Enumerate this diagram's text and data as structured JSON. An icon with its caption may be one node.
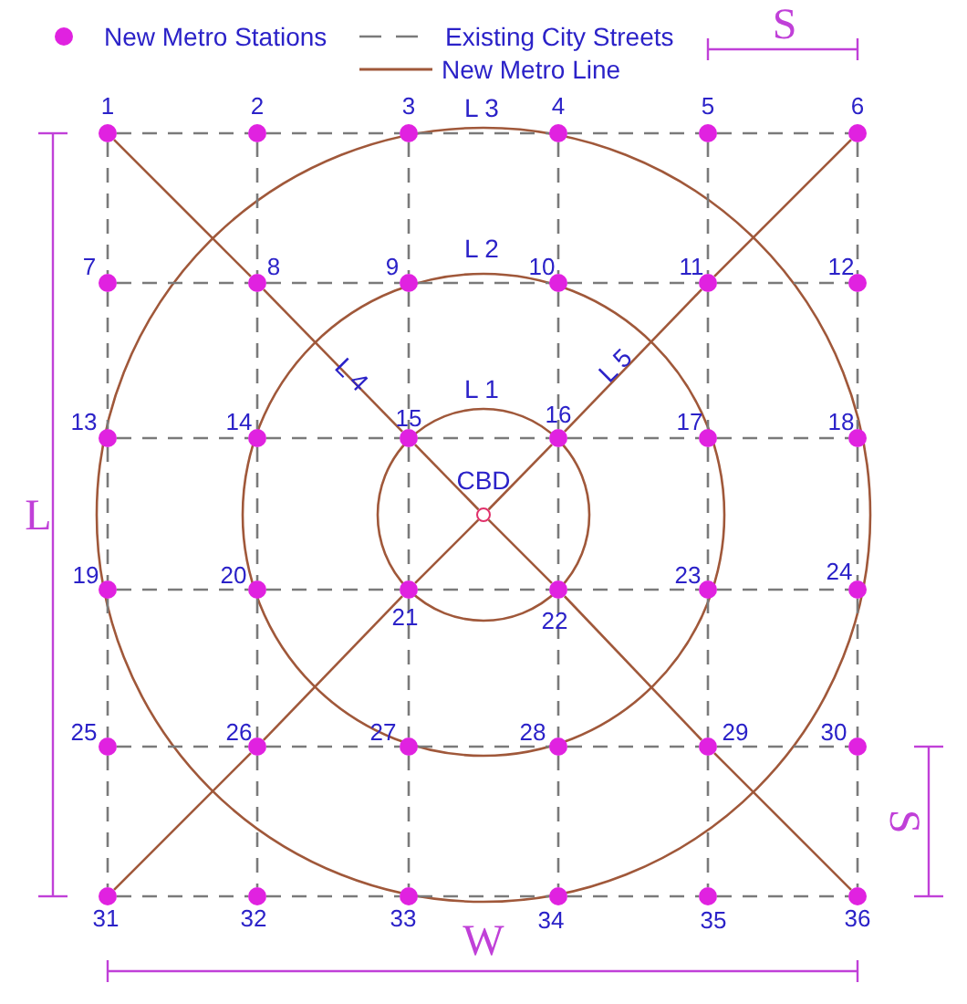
{
  "diagram": {
    "nodes": [
      {
        "text": [],
        "shape": "circle",
        "beside": [
          "1"
        ]
      },
      {
        "text": [],
        "shape": "circle",
        "beside": [
          "2"
        ]
      },
      {
        "text": [],
        "shape": "circle",
        "beside": [
          "3"
        ]
      },
      {
        "text": [],
        "shape": "circle",
        "beside": [
          "4"
        ]
      },
      {
        "text": [],
        "shape": "circle",
        "beside": [
          "5"
        ]
      },
      {
        "text": [],
        "shape": "circle",
        "beside": [
          "6"
        ]
      },
      {
        "text": [],
        "shape": "circle",
        "beside": [
          "7"
        ]
      },
      {
        "text": [],
        "shape": "circle",
        "beside": [
          "8"
        ]
      },
      {
        "text": [],
        "shape": "circle",
        "beside": [
          "9"
        ]
      },
      {
        "text": [],
        "shape": "circle",
        "beside": [
          "10"
        ]
      },
      {
        "text": [],
        "shape": "circle",
        "beside": [
          "11"
        ]
      },
      {
        "text": [],
        "shape": "circle",
        "beside": [
          "12"
        ]
      },
      {
        "text": [],
        "shape": "circle",
        "beside": [
          "13"
        ]
      },
      {
        "text": [],
        "shape": "circle",
        "beside": [
          "14"
        ]
      },
      {
        "text": [],
        "shape": "circle",
        "beside": [
          "15"
        ]
      },
      {
        "text": [],
        "shape": "circle",
        "beside": [
          "16"
        ]
      },
      {
        "text": [],
        "shape": "circle",
        "beside": [
          "17"
        ]
      },
      {
        "text": [],
        "shape": "circle",
        "beside": [
          "18"
        ]
      },
      {
        "text": [],
        "shape": "circle",
        "beside": [
          "19"
        ]
      },
      {
        "text": [],
        "shape": "circle",
        "beside": [
          "20"
        ]
      },
      {
        "text": [],
        "shape": "circle",
        "beside": [
          "21"
        ]
      },
      {
        "text": [],
        "shape": "circle",
        "beside": [
          "22"
        ]
      },
      {
        "text": [],
        "shape": "circle",
        "beside": [
          "23"
        ]
      },
      {
        "text": [],
        "shape": "circle",
        "beside": [
          "24"
        ]
      },
      {
        "text": [],
        "shape": "circle",
        "beside": [
          "25"
        ]
      },
      {
        "text": [],
        "shape": "circle",
        "beside": [
          "26"
        ]
      },
      {
        "text": [],
        "shape": "circle",
        "beside": [
          "27"
        ]
      },
      {
        "text": [],
        "shape": "circle",
        "beside": [
          "28"
        ]
      },
      {
        "text": [],
        "shape": "circle",
        "beside": [
          "29"
        ]
      },
      {
        "text": [],
        "shape": "circle",
        "beside": [
          "30"
        ]
      },
      {
        "text": [],
        "shape": "circle",
        "beside": [
          "31"
        ]
      },
      {
        "text": [],
        "shape": "circle",
        "beside": [
          "32"
        ]
      },
      {
        "text": [],
        "shape": "circle",
        "beside": [
          "33"
        ]
      },
      {
        "text": [],
        "shape": "circle",
        "beside": [
          "34"
        ]
      },
      {
        "text": [],
        "shape": "circle",
        "beside": [
          "35"
        ]
      },
      {
        "text": [],
        "shape": "circle",
        "beside": [
          "36"
        ]
      },
      {
        "text": [],
        "shape": "circle",
        "beside": [
          "CBD"
        ]
      }
    ],
    "edges": [
      {
        "from": 0,
        "to": 1,
        "arrow": "none",
        "style": "dashed"
      },
      {
        "from": 1,
        "to": 2,
        "arrow": "none",
        "style": "dashed"
      },
      {
        "from": 2,
        "to": 3,
        "arrow": "none",
        "style": "dashed"
      },
      {
        "from": 3,
        "to": 4,
        "arrow": "none",
        "style": "dashed"
      },
      {
        "from": 4,
        "to": 5,
        "arrow": "none",
        "style": "dashed"
      },
      {
        "from": 6,
        "to": 7,
        "arrow": "none",
        "style": "dashed"
      },
      {
        "from": 7,
        "to": 8,
        "arrow": "none",
        "style": "dashed"
      },
      {
        "from": 8,
        "to": 9,
        "arrow": "none",
        "style": "dashed"
      },
      {
        "from": 9,
        "to": 10,
        "arrow": "none",
        "style": "dashed"
      },
      {
        "from": 10,
        "to": 11,
        "arrow": "none",
        "style": "dashed"
      },
      {
        "from": 12,
        "to": 13,
        "arrow": "none",
        "style": "dashed"
      },
      {
        "from": 13,
        "to": 14,
        "arrow": "none",
        "style": "dashed"
      },
      {
        "from": 14,
        "to": 15,
        "arrow": "none",
        "style": "dashed"
      },
      {
        "from": 15,
        "to": 16,
        "arrow": "none",
        "style": "dashed"
      },
      {
        "from": 16,
        "to": 17,
        "arrow": "none",
        "style": "dashed"
      },
      {
        "from": 18,
        "to": 19,
        "arrow": "none",
        "style": "dashed"
      },
      {
        "from": 19,
        "to": 20,
        "arrow": "none",
        "style": "dashed"
      },
      {
        "from": 20,
        "to": 21,
        "arrow": "none",
        "style": "dashed"
      },
      {
        "from": 21,
        "to": 22,
        "arrow": "none",
        "style": "dashed"
      },
      {
        "from": 22,
        "to": 23,
        "arrow": "none",
        "style": "dashed"
      },
      {
        "from": 24,
        "to": 25,
        "arrow": "none",
        "style": "dashed"
      },
      {
        "from": 25,
        "to": 26,
        "arrow": "none",
        "style": "dashed"
      },
      {
        "from": 26,
        "to": 27,
        "arrow": "none",
        "style": "dashed"
      },
      {
        "from": 27,
        "to": 28,
        "arrow": "none",
        "style": "dashed"
      },
      {
        "from": 28,
        "to": 29,
        "arrow": "none",
        "style": "dashed"
      },
      {
        "from": 30,
        "to": 31,
        "arrow": "none",
        "style": "dashed"
      },
      {
        "from": 31,
        "to": 32,
        "arrow": "none",
        "style": "dashed"
      },
      {
        "from": 32,
        "to": 33,
        "arrow": "none",
        "style": "dashed"
      },
      {
        "from": 33,
        "to": 34,
        "arrow": "none",
        "style": "dashed"
      },
      {
        "from": 34,
        "to": 35,
        "arrow": "none",
        "style": "dashed"
      },
      {
        "from": 0,
        "to": 6,
        "arrow": "none",
        "style": "dashed"
      },
      {
        "from": 6,
        "to": 12,
        "arrow": "none",
        "style": "dashed"
      },
      {
        "from": 12,
        "to": 18,
        "arrow": "none",
        "style": "dashed"
      },
      {
        "from": 18,
        "to": 24,
        "arrow": "none",
        "style": "dashed"
      },
      {
        "from": 24,
        "to": 30,
        "arrow": "none",
        "style": "dashed"
      },
      {
        "from": 1,
        "to": 7,
        "arrow": "none",
        "style": "dashed"
      },
      {
        "from": 7,
        "to": 13,
        "arrow": "none",
        "style": "dashed"
      },
      {
        "from": 13,
        "to": 19,
        "arrow": "none",
        "style": "dashed"
      },
      {
        "from": 19,
        "to": 25,
        "arrow": "none",
        "style": "dashed"
      },
      {
        "from": 25,
        "to": 31,
        "arrow": "none",
        "style": "dashed"
      },
      {
        "from": 2,
        "to": 8,
        "arrow": "none",
        "style": "dashed"
      },
      {
        "from": 8,
        "to": 14,
        "arrow": "none",
        "style": "dashed"
      },
      {
        "from": 14,
        "to": 20,
        "arrow": "none",
        "style": "dashed"
      },
      {
        "from": 20,
        "to": 26,
        "arrow": "none",
        "style": "dashed"
      },
      {
        "from": 26,
        "to": 32,
        "arrow": "none",
        "style": "dashed"
      },
      {
        "from": 3,
        "to": 9,
        "arrow": "none",
        "style": "dashed"
      },
      {
        "from": 9,
        "to": 15,
        "arrow": "none",
        "style": "dashed"
      },
      {
        "from": 15,
        "to": 21,
        "arrow": "none",
        "style": "dashed"
      },
      {
        "from": 21,
        "to": 27,
        "arrow": "none",
        "style": "dashed"
      },
      {
        "from": 27,
        "to": 33,
        "arrow": "none",
        "style": "dashed"
      },
      {
        "from": 4,
        "to": 10,
        "arrow": "none",
        "style": "dashed"
      },
      {
        "from": 10,
        "to": 16,
        "arrow": "none",
        "style": "dashed"
      },
      {
        "from": 16,
        "to": 22,
        "arrow": "none",
        "style": "dashed"
      },
      {
        "from": 22,
        "to": 28,
        "arrow": "none",
        "style": "dashed"
      },
      {
        "from": 28,
        "to": 34,
        "arrow": "none",
        "style": "dashed"
      },
      {
        "from": 5,
        "to": 11,
        "arrow": "none",
        "style": "dashed"
      },
      {
        "from": 11,
        "to": 17,
        "arrow": "none",
        "style": "dashed"
      },
      {
        "from": 17,
        "to": 23,
        "arrow": "none",
        "style": "dashed"
      },
      {
        "from": 23,
        "to": 29,
        "arrow": "none",
        "style": "dashed"
      },
      {
        "from": 29,
        "to": 35,
        "arrow": "none",
        "style": "dashed"
      },
      {
        "from": 0,
        "to": 7,
        "arrow": "none",
        "color": "#a0583a"
      },
      {
        "from": 7,
        "to": 14,
        "arrow": "none",
        "color": "#a0583a",
        "label": "L 4"
      },
      {
        "from": 14,
        "to": 36,
        "arrow": "none",
        "color": "#a0583a"
      },
      {
        "from": 36,
        "to": 21,
        "arrow": "none",
        "color": "#a0583a"
      },
      {
        "from": 21,
        "to": 28,
        "arrow": "none",
        "color": "#a0583a"
      },
      {
        "from": 28,
        "to": 35,
        "arrow": "none",
        "color": "#a0583a"
      },
      {
        "from": 5,
        "to": 10,
        "arrow": "none",
        "color": "#a0583a"
      },
      {
        "from": 10,
        "to": 15,
        "arrow": "none",
        "color": "#a0583a",
        "label": "L 5"
      },
      {
        "from": 15,
        "to": 36,
        "arrow": "none",
        "color": "#a0583a"
      },
      {
        "from": 36,
        "to": 20,
        "arrow": "none",
        "color": "#a0583a"
      },
      {
        "from": 20,
        "to": 25,
        "arrow": "none",
        "color": "#a0583a"
      },
      {
        "from": 25,
        "to": 30,
        "arrow": "none",
        "color": "#a0583a"
      }
    ],
    "labels": [
      "S",
      "L 3",
      "L 2",
      "L 1",
      "L",
      "S",
      "W"
    ],
    "legend": [
      {
        "text": "New Metro Stations"
      },
      {
        "text": "Existing City Streets"
      },
      {
        "text": "New Metro Line"
      }
    ]
  }
}
